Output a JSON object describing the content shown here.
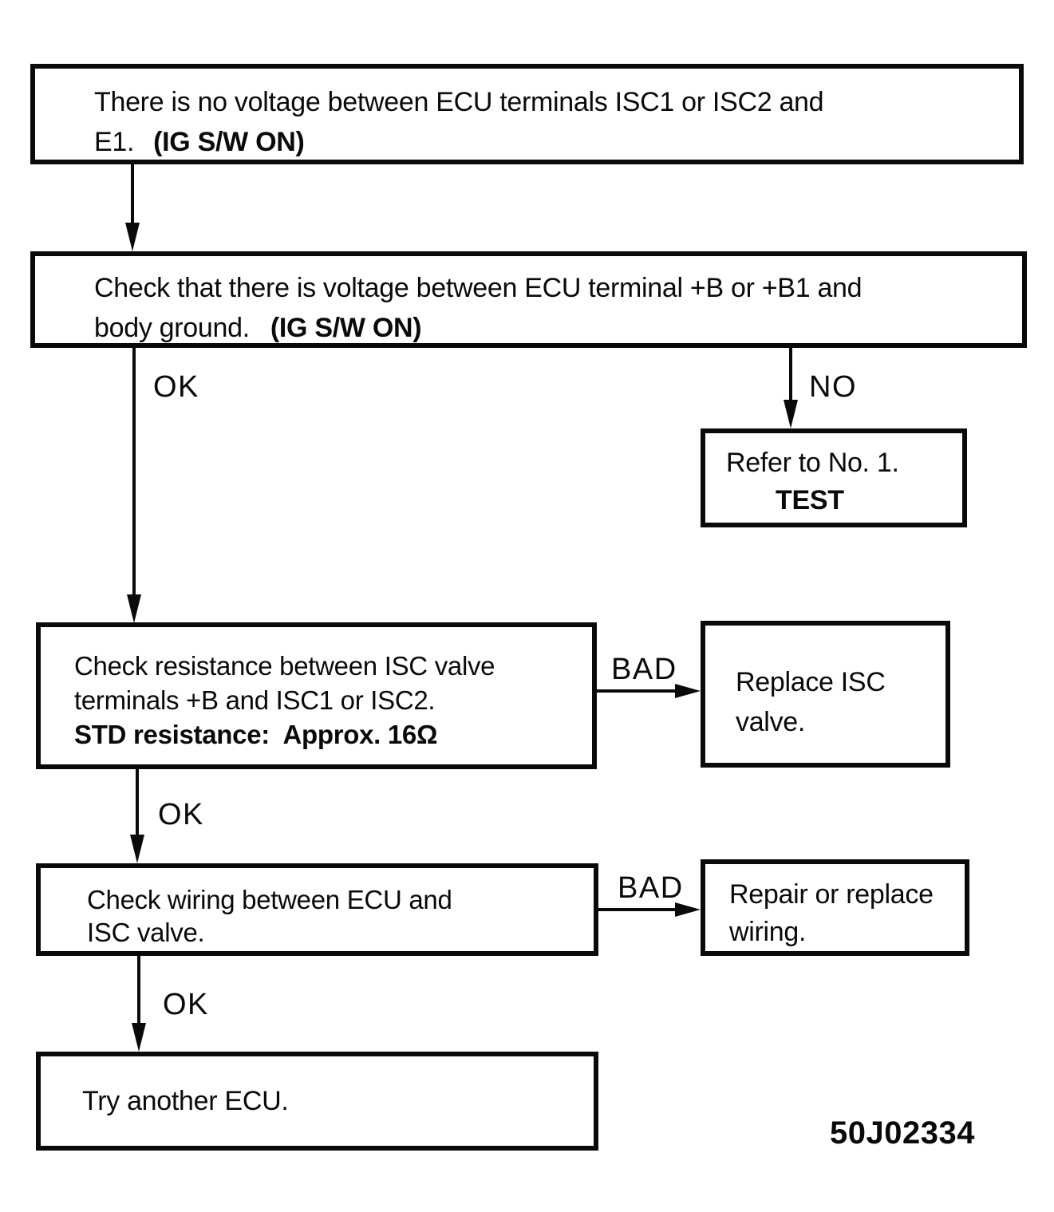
{
  "flowchart": {
    "box1": {
      "line1": "There is no voltage between ECU terminals ISC1 or ISC2 and",
      "line2": "E1.",
      "line2_bold": "(IG S/W ON)"
    },
    "box2": {
      "line1": "Check that there is voltage between ECU terminal +B or +B1 and",
      "line2": "body ground.",
      "line2_bold": "(IG S/W ON)"
    },
    "refer_box": {
      "line1": "Refer to No. 1.",
      "line2": "TEST"
    },
    "box3": {
      "line1": "Check resistance between ISC valve",
      "line2": "terminals +B and ISC1 or ISC2.",
      "line3": "STD resistance:  Approx. 16Ω"
    },
    "replace_box": {
      "line1": "Replace ISC",
      "line2": "valve."
    },
    "box4": {
      "line1": "Check wiring between ECU and",
      "line2": "ISC valve."
    },
    "repair_box": {
      "line1": "Repair or replace",
      "line2": "wiring."
    },
    "box5": {
      "line1": "Try another ECU."
    },
    "labels": {
      "ok1": "OK",
      "no1": "NO",
      "bad1": "BAD",
      "ok2": "OK",
      "bad2": "BAD",
      "ok3": "OK"
    },
    "figure_code": "50J02334",
    "colors": {
      "ink": "#0a0a0a",
      "paper": "#ffffff"
    }
  }
}
